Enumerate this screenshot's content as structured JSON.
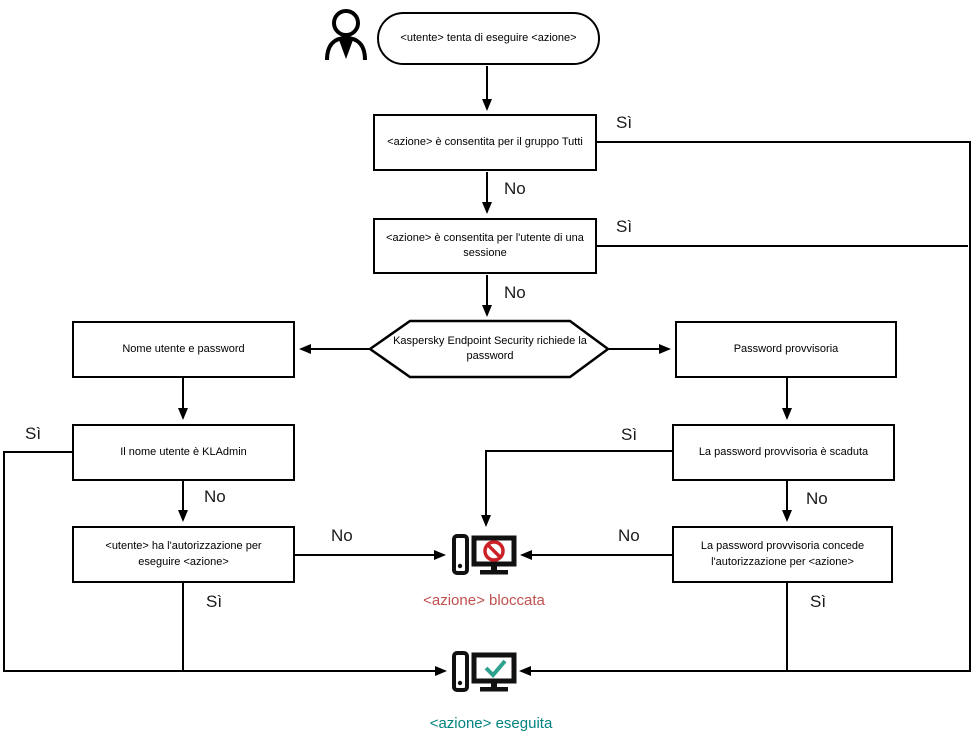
{
  "flowchart": {
    "start": "<utente> tenta di eseguire <azione>",
    "boxes": {
      "gruppo_tutti": "<azione> è consentita per il gruppo Tutti",
      "utente_sessione": "<azione> è consentita per l'utente di una sessione",
      "richiede_password": "Kaspersky Endpoint Security richiede la password",
      "nome_utente_password": "Nome utente e password",
      "password_provvisoria": "Password provvisoria",
      "nome_utente_kladmin": "Il nome utente è KLAdmin",
      "password_scaduta": "La password provvisoria è scaduta",
      "utente_autorizzato": "<utente> ha l'autorizzazione per eseguire <azione>",
      "password_concede": "La password provvisoria concede l'autorizzazione per <azione>"
    },
    "labels": {
      "yes": "Sì",
      "no": "No"
    },
    "outcomes": {
      "blocked": {
        "label": "<azione> bloccata",
        "color": "#c0504d"
      },
      "executed": {
        "label": "<azione> eseguita",
        "color": "#00837f"
      }
    },
    "icon_colors": {
      "prohibition": "#cb2026",
      "checkmark": "#2fa28f",
      "line": "#000000"
    }
  }
}
